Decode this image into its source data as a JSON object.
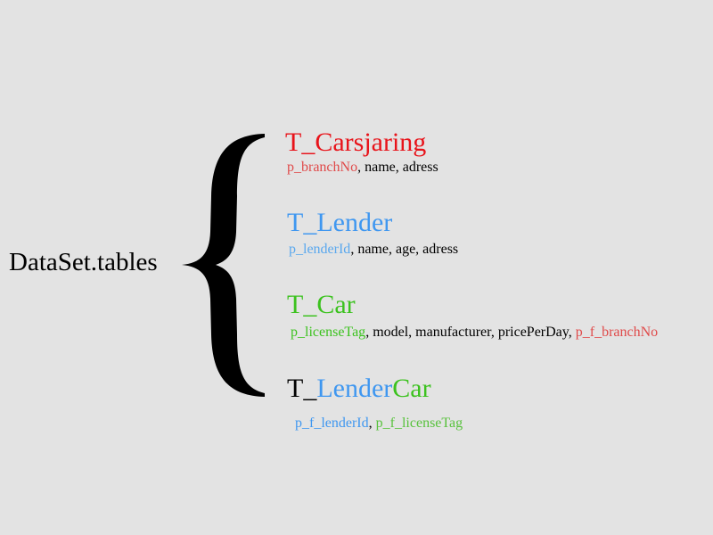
{
  "colors": {
    "red": "#e8131a",
    "red_soft": "#e04a4a",
    "blue": "#3f97f0",
    "blue_soft": "#5aa8ee",
    "green": "#3cc21f",
    "green_soft": "#58c23d",
    "black": "#000000",
    "background": "#e3e3e3"
  },
  "main_label": "DataSet.tables",
  "tables": [
    {
      "title_parts": [
        {
          "text": "T_Carsjaring",
          "color": "red"
        }
      ],
      "field_parts": [
        {
          "text": "p_branchNo",
          "color": "red_soft"
        },
        {
          "text": ", name, adress",
          "color": "black"
        }
      ]
    },
    {
      "title_parts": [
        {
          "text": "T_Lender",
          "color": "blue"
        }
      ],
      "field_parts": [
        {
          "text": "p_lenderId",
          "color": "blue_soft"
        },
        {
          "text": ", name, age, adress",
          "color": "black"
        }
      ]
    },
    {
      "title_parts": [
        {
          "text": "T_Car",
          "color": "green"
        }
      ],
      "field_parts": [
        {
          "text": "p_licenseTag",
          "color": "green"
        },
        {
          "text": ", model, manufacturer, pricePerDay, ",
          "color": "black"
        },
        {
          "text": "p_f_branchNo",
          "color": "red_soft"
        }
      ]
    },
    {
      "title_parts": [
        {
          "text": "T_",
          "color": "black"
        },
        {
          "text": "Lender",
          "color": "blue"
        },
        {
          "text": "Car",
          "color": "green"
        }
      ],
      "field_parts": [
        {
          "text": "p_f_lenderId",
          "color": "blue"
        },
        {
          "text": ", ",
          "color": "black"
        },
        {
          "text": "p_f_licenseTag",
          "color": "green_soft"
        }
      ]
    }
  ]
}
